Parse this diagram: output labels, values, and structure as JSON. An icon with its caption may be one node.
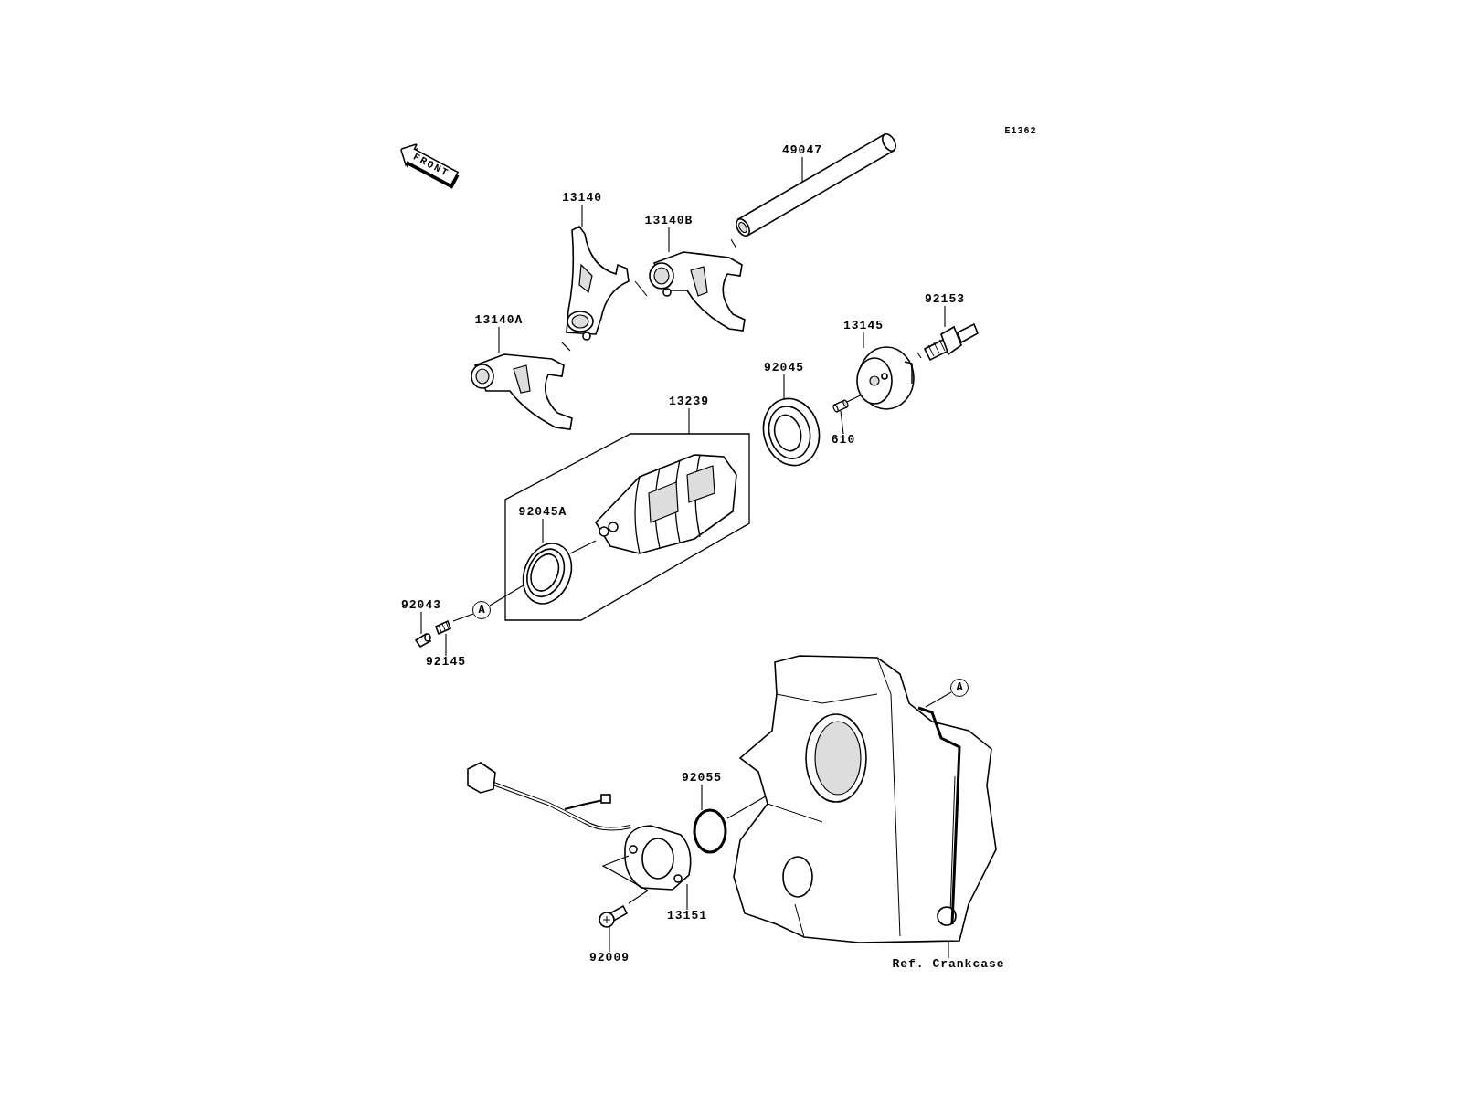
{
  "diagram": {
    "nodes": [
      {
        "text": [
          "FRONT"
        ]
      },
      {
        "text": [
          "49047"
        ]
      },
      {
        "text": [],
        "shape": "picture"
      },
      {
        "text": [
          "13140"
        ]
      },
      {
        "text": [],
        "shape": "picture"
      },
      {
        "text": [
          "13140B"
        ]
      },
      {
        "text": [],
        "shape": "picture"
      },
      {
        "text": [
          "13140A"
        ]
      },
      {
        "text": [],
        "shape": "picture"
      },
      {
        "text": [
          "92153"
        ]
      },
      {
        "text": [],
        "shape": "picture"
      },
      {
        "text": [
          "13145"
        ]
      },
      {
        "text": [],
        "shape": "picture"
      },
      {
        "text": [
          "92045"
        ]
      },
      {
        "text": [],
        "shape": "picture"
      },
      {
        "text": [],
        "shape": "cylinder"
      },
      {
        "text": [
          "610"
        ]
      },
      {
        "text": [
          "13239"
        ]
      },
      {
        "text": [],
        "shape": "bracket"
      },
      {
        "text": [],
        "shape": "picture",
        "in": 18
      },
      {
        "text": [
          "92045A"
        ],
        "in": 18
      },
      {
        "text": [],
        "shape": "picture",
        "in": 18
      },
      {
        "text": [
          "92043"
        ]
      },
      {
        "text": [],
        "shape": "picture"
      },
      {
        "text": [],
        "shape": "picture"
      },
      {
        "text": [
          "92145"
        ]
      },
      {
        "text": [
          "A"
        ]
      },
      {
        "text": [],
        "shape": "picture"
      },
      {
        "text": [
          "92055"
        ]
      },
      {
        "text": [],
        "shape": "circle"
      },
      {
        "text": [],
        "shape": "picture"
      },
      {
        "text": [
          "A"
        ]
      },
      {
        "text": [
          "13151"
        ]
      },
      {
        "text": [],
        "shape": "picture"
      },
      {
        "text": [
          "92009"
        ]
      },
      {
        "text": [
          "Ref. Crankcase"
        ]
      }
    ],
    "edges": [
      {
        "from": 1,
        "to": 2,
        "arrow": "none"
      },
      {
        "from": 3,
        "to": 4,
        "arrow": "none"
      },
      {
        "from": 5,
        "to": 6,
        "arrow": "none"
      },
      {
        "from": 7,
        "to": 8,
        "arrow": "none"
      },
      {
        "from": 9,
        "to": 10,
        "arrow": "none"
      },
      {
        "from": 11,
        "to": 12,
        "arrow": "none"
      },
      {
        "from": 13,
        "to": 14,
        "arrow": "none"
      },
      {
        "from": 16,
        "to": 15,
        "arrow": "none"
      },
      {
        "from": 17,
        "to": 18,
        "arrow": "none"
      },
      {
        "from": 20,
        "to": 21,
        "arrow": "none"
      },
      {
        "from": 22,
        "to": 23,
        "arrow": "none"
      },
      {
        "from": 25,
        "to": 24,
        "arrow": "none"
      },
      {
        "from": 26,
        "to": 21,
        "arrow": "none"
      },
      {
        "from": 28,
        "to": 29,
        "arrow": "none"
      },
      {
        "from": 32,
        "to": 27,
        "arrow": "none"
      },
      {
        "from": 34,
        "to": 33,
        "arrow": "none"
      },
      {
        "from": 31,
        "to": 30,
        "arrow": "none"
      },
      {
        "from": 35,
        "to": 30,
        "arrow": "none"
      },
      {
        "from": 2,
        "to": 6,
        "arrow": "none"
      },
      {
        "from": 6,
        "to": 4,
        "arrow": "none"
      },
      {
        "from": 4,
        "to": 8,
        "arrow": "none"
      },
      {
        "from": 10,
        "to": 12,
        "arrow": "none"
      },
      {
        "from": 15,
        "to": 12,
        "arrow": "none"
      },
      {
        "from": 21,
        "to": 19,
        "arrow": "none"
      },
      {
        "from": 24,
        "to": 26,
        "arrow": "none"
      },
      {
        "from": 29,
        "to": 30,
        "arrow": "none"
      },
      {
        "from": 33,
        "to": 27,
        "arrow": "none"
      }
    ],
    "labels": [
      "E1362"
    ]
  }
}
